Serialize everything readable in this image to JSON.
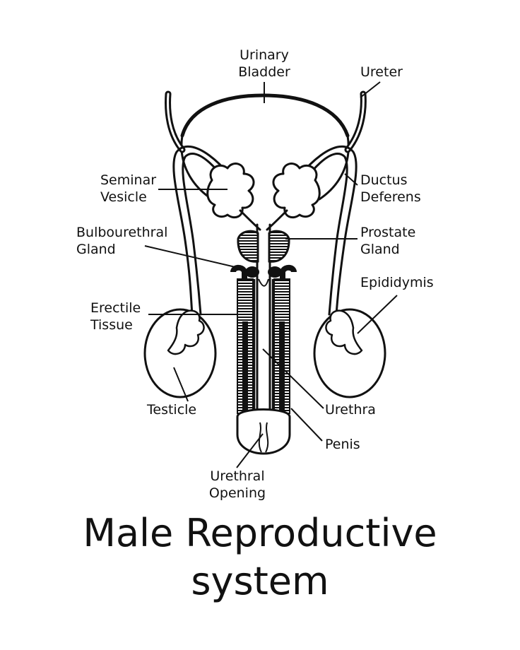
{
  "labels": {
    "urinary_bladder": [
      "Urinary",
      "Bladder"
    ],
    "ureter": [
      "Ureter"
    ],
    "seminar_vesicle": [
      "Seminar",
      "Vesicle"
    ],
    "ductus_deferens": [
      "Ductus",
      "Deferens"
    ],
    "bulbourethral_gland": [
      "Bulbourethral",
      "Gland"
    ],
    "prostate_gland": [
      "Prostate",
      "Gland"
    ],
    "epididymis": [
      "Epididymis"
    ],
    "erectile_tissue": [
      "Erectile",
      "Tissue"
    ],
    "testicle": [
      "Testicle"
    ],
    "urethra": [
      "Urethra"
    ],
    "penis": [
      "Penis"
    ],
    "urethral_opening": [
      "Urethral",
      "Opening"
    ]
  },
  "title": {
    "line1": "Male Reproductive",
    "line2": "system"
  },
  "colors": {
    "ink": "#111111",
    "paper": "#ffffff"
  }
}
